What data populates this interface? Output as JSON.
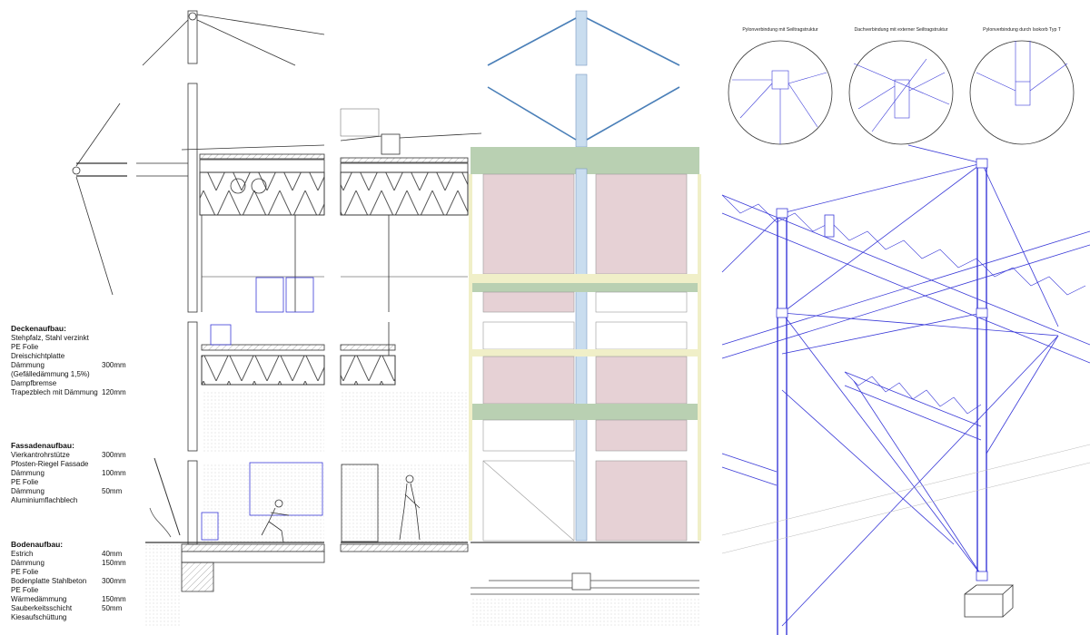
{
  "layers": [
    {
      "title": "Deckenaufbau:",
      "items": [
        {
          "label": "Stehpfalz, Stahl verzinkt",
          "value": ""
        },
        {
          "label": "PE Folie",
          "value": ""
        },
        {
          "label": "Dreischichtplatte",
          "value": ""
        },
        {
          "label": "Dämmung",
          "value": "300mm"
        },
        {
          "label": "(Gefälledämmung 1,5%)",
          "value": ""
        },
        {
          "label": "Dampfbremse",
          "value": ""
        },
        {
          "label": "Trapezblech mit Dämmung",
          "value": "120mm"
        }
      ]
    },
    {
      "title": "Fassadenaufbau:",
      "items": [
        {
          "label": "Vierkantrohrstütze",
          "value": "300mm"
        },
        {
          "label": "Pfosten-Riegel Fassade",
          "value": ""
        },
        {
          "label": "Dämmung",
          "value": "100mm"
        },
        {
          "label": "PE Folie",
          "value": ""
        },
        {
          "label": "Dämmung",
          "value": "50mm"
        },
        {
          "label": "Aluminiumflachblech",
          "value": ""
        }
      ]
    },
    {
      "title": "Bodenaufbau:",
      "items": [
        {
          "label": "Estrich",
          "value": "40mm"
        },
        {
          "label": "Dämmung",
          "value": "150mm"
        },
        {
          "label": "PE Folie",
          "value": ""
        },
        {
          "label": "Bodenplatte Stahlbeton",
          "value": "300mm"
        },
        {
          "label": "PE Folie",
          "value": ""
        },
        {
          "label": "Wärmedämmung",
          "value": "150mm"
        },
        {
          "label": "Sauberkeitsschicht",
          "value": "50mm"
        },
        {
          "label": "Kiesaufschüttung",
          "value": ""
        }
      ]
    }
  ],
  "details": [
    {
      "caption": "Pylonverbindung mit Seiltragstruktur"
    },
    {
      "caption": "Dachverbindung mit externer Seiltragstruktur"
    },
    {
      "caption": "Pylonverbindung durch  Isokorb Typ T"
    }
  ],
  "colors": {
    "line": "#333333",
    "blue_line": "#3a3ad8",
    "steel_fill": "#c9ddef",
    "green_band": "#b9d0b2",
    "pink_panel": "#e6d1d5",
    "mullion": "#f0efc8",
    "ground": "#9a9a9a"
  }
}
